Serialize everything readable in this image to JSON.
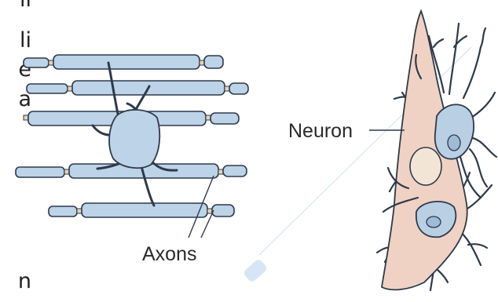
{
  "left_margin_text": [
    "ii",
    "li",
    "e",
    "a",
    "n"
  ],
  "labels": {
    "axons": "Axons",
    "neuron": "Neuron"
  },
  "colors": {
    "axon_fill": "#bcd3e8",
    "axon_stroke": "#2e3a4a",
    "node_fill": "#e9d2b8",
    "neuron_fill": "#efd2c3",
    "glial_fill": "#b9cfe4",
    "nucleus_fill": "#f3e5d6"
  }
}
